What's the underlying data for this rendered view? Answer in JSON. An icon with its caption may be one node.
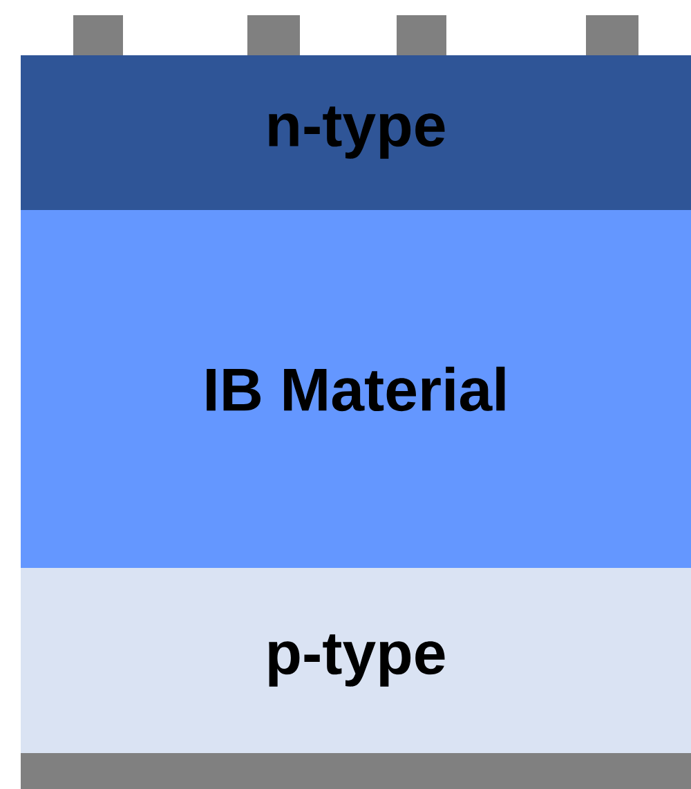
{
  "diagram": {
    "nodes": [
      {
        "text": [],
        "shape": "box"
      },
      {
        "text": [],
        "shape": "box"
      },
      {
        "text": [],
        "shape": "box"
      },
      {
        "text": [],
        "shape": "box"
      },
      {
        "text": [
          "n-type"
        ]
      },
      {
        "text": [
          "IB Material"
        ]
      },
      {
        "text": [
          "p-type"
        ]
      },
      {
        "text": [],
        "shape": "box"
      }
    ]
  }
}
